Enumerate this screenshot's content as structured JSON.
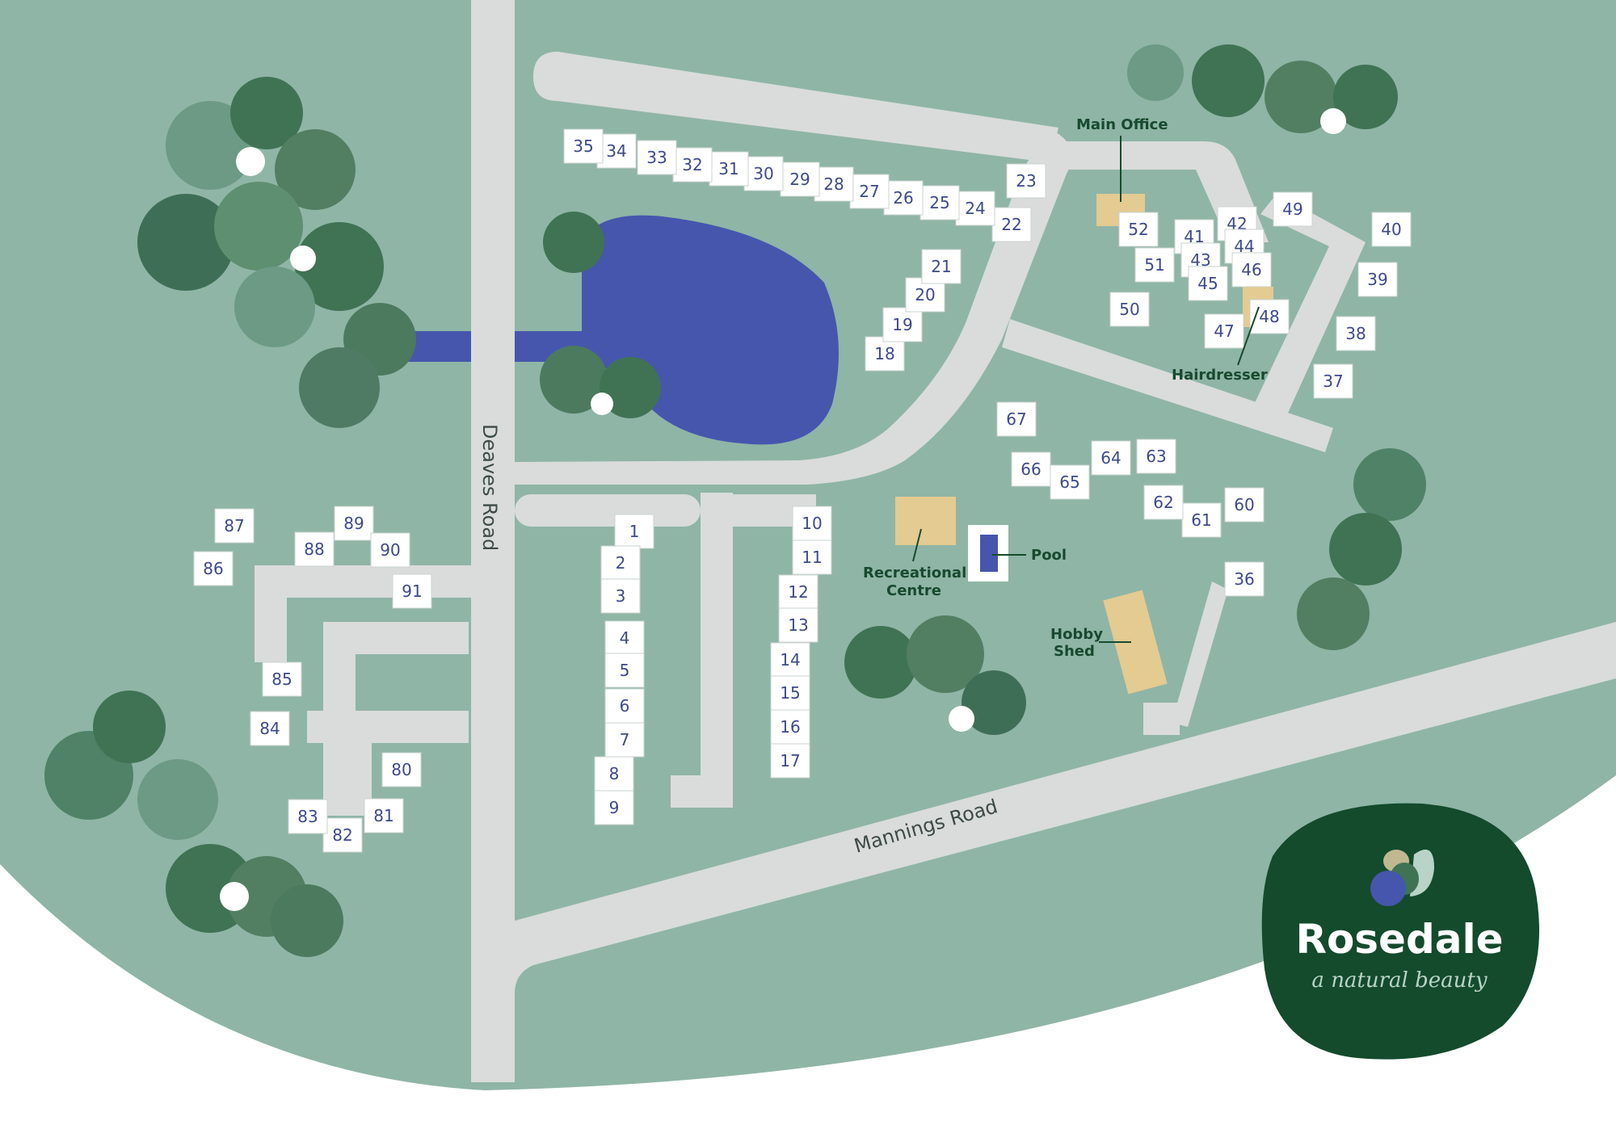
{
  "map": {
    "roads": {
      "deaves": "Deaves Road",
      "mannings": "Mannings Road"
    },
    "facilities": {
      "main_office": "Main Office",
      "hairdresser": "Hairdresser",
      "recreational_line1": "Recreational",
      "recreational_line2": "Centre",
      "pool": "Pool",
      "hobby_line1": "Hobby",
      "hobby_line2": "Shed"
    },
    "logo": {
      "name": "Rosedale",
      "tagline": "a natural beauty"
    },
    "colors": {
      "grass": "#8fb5a6",
      "road": "#d9dcdb",
      "water": "#4656ad",
      "building": "#ffffff",
      "facility": "#e3cb92",
      "logo_bg": "#134b2c"
    },
    "lots": [
      "1",
      "2",
      "3",
      "4",
      "5",
      "6",
      "7",
      "8",
      "9",
      "10",
      "11",
      "12",
      "13",
      "14",
      "15",
      "16",
      "17",
      "18",
      "19",
      "20",
      "21",
      "22",
      "23",
      "24",
      "25",
      "26",
      "27",
      "28",
      "29",
      "30",
      "31",
      "32",
      "33",
      "34",
      "35",
      "36",
      "37",
      "38",
      "39",
      "40",
      "41",
      "42",
      "43",
      "44",
      "45",
      "46",
      "47",
      "48",
      "49",
      "50",
      "51",
      "52",
      "60",
      "61",
      "62",
      "63",
      "64",
      "65",
      "66",
      "67",
      "80",
      "81",
      "82",
      "83",
      "84",
      "85",
      "86",
      "87",
      "88",
      "89",
      "90",
      "91"
    ]
  }
}
